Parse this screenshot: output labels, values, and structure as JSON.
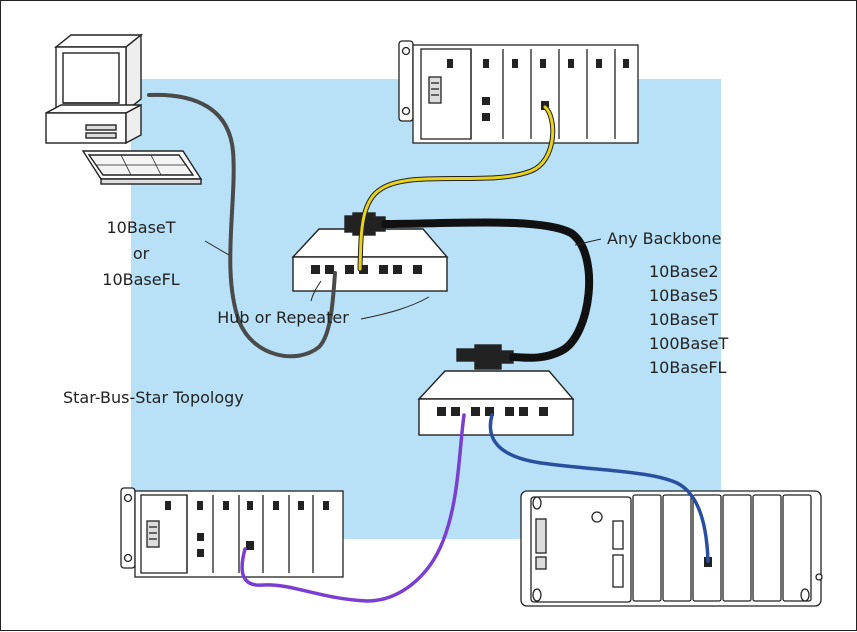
{
  "labels": {
    "link_line1": "10BaseT",
    "link_line2": "or",
    "link_line3": "10BaseFL",
    "hub": "Hub or Repeater",
    "backbone": "Any Backbone",
    "topology": "Star-Bus-Star Topology",
    "backbone_types": [
      "10Base2",
      "10Base5",
      "10BaseT",
      "100BaseT",
      "10BaseFL"
    ]
  },
  "colors": {
    "background_panel": "#b8e1f7",
    "cable_gray": "#4a4a4a",
    "cable_yellow": "#e8d21a",
    "cable_black": "#111111",
    "cable_purple": "#7a3fd0",
    "cable_blue": "#2a4f9e"
  }
}
